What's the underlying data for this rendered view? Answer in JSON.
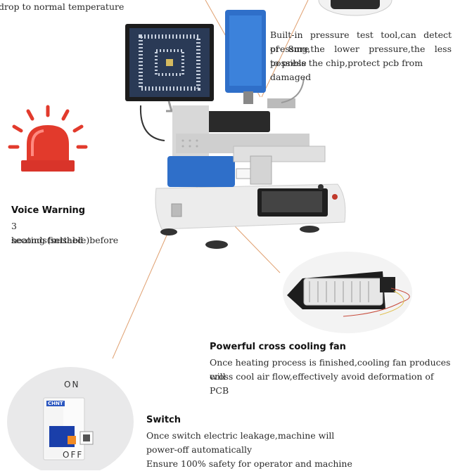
{
  "top_caption": "drop to normal temperature",
  "pressure": {
    "lines": [
      "Built-in pressure test tool,can detect pressure",
      "of 8mg,the lower pressure,the less possible",
      "to press the chip,protect pcb from damaged"
    ]
  },
  "voice": {
    "title": "Voice Warning",
    "lines": [
      "3 seconds(settable)before",
      "heating finished"
    ]
  },
  "fan": {
    "title": "Powerful cross cooling fan",
    "lines": [
      "Once heating process is finished,cooling fan produces will",
      "cross cool air flow,effectively avoid deformation of PCB"
    ]
  },
  "switch": {
    "title": "Switch",
    "lines": [
      "Once switch electric leakage,machine will",
      "power-off automatically",
      "Ensure 100% safety for operator and machine"
    ],
    "on_label": "ON",
    "off_label": "OFF",
    "brand": "CHNT"
  },
  "colors": {
    "leader_line": "#e0a070",
    "machine_blue": "#2f6fc9",
    "alarm_red": "#e23a2c"
  }
}
